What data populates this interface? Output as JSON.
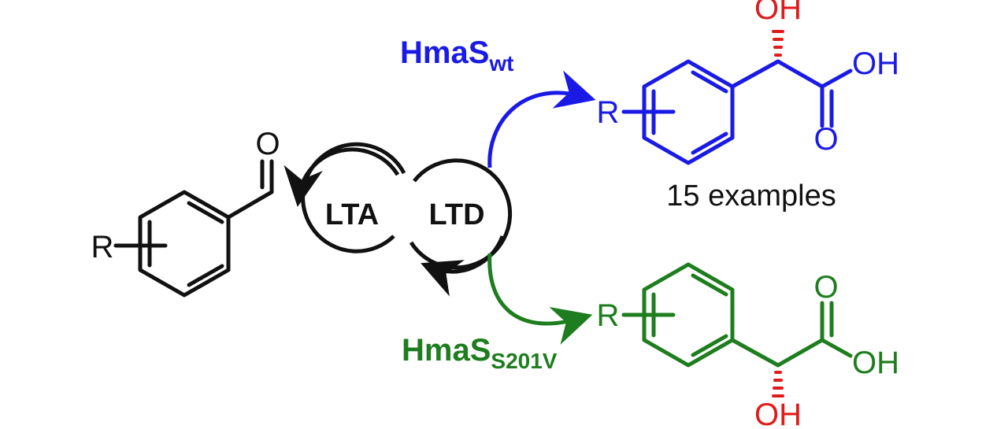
{
  "colors": {
    "black": "#111111",
    "blue": "#1a1ae6",
    "green": "#1e7d1e",
    "red": "#e01b1b"
  },
  "start_material": {
    "substituent": "R",
    "carbonyl_o": "O"
  },
  "cycle": {
    "left_enzyme": "LTA",
    "right_enzyme": "LTD"
  },
  "top_pathway": {
    "enzyme_main": "HmaS",
    "enzyme_sub": "wt",
    "substituent": "R",
    "alpha_oh": "OH",
    "acid_oh": "OH",
    "carbonyl_o": "O",
    "note": "15 examples"
  },
  "bottom_pathway": {
    "enzyme_main": "HmaS",
    "enzyme_sub": "S201V",
    "substituent": "R",
    "alpha_oh": "OH",
    "acid_oh": "OH",
    "carbonyl_o": "O"
  }
}
